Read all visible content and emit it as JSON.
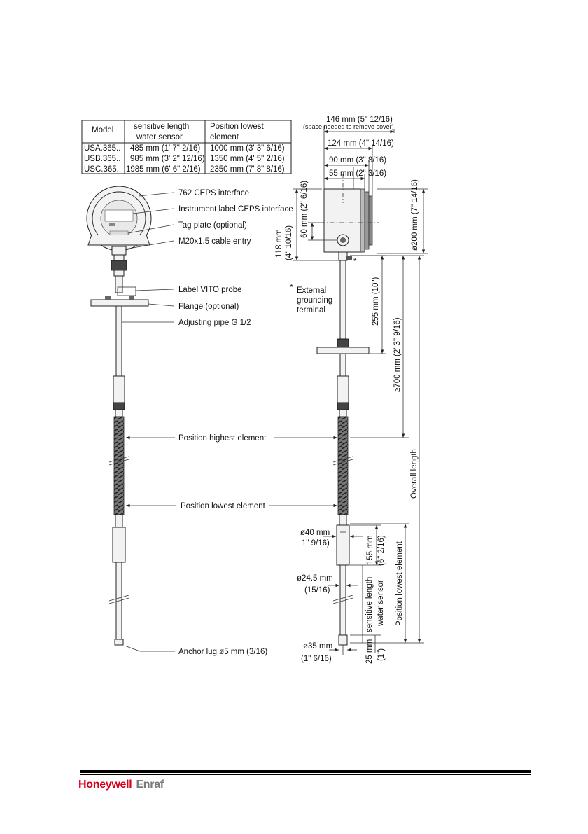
{
  "table": {
    "headers": [
      "Model",
      "sensitive length",
      "water sensor",
      "Position lowest",
      "element"
    ],
    "rows": [
      {
        "model": "USA.365..",
        "sensitive": "485 mm (1' 7\" 2/16)",
        "position": "1000 mm (3' 3\" 6/16)"
      },
      {
        "model": "USB.365..",
        "sensitive": "985 mm (3' 2\" 12/16)",
        "position": "1350 mm (4' 5\" 2/16)"
      },
      {
        "model": "USC.365..",
        "sensitive": "1985 mm (6' 6\" 2/16)",
        "position": "2350 mm (7' 8\" 8/16)"
      }
    ]
  },
  "callouts": {
    "ceps": "762 CEPS interface",
    "label_ceps": "Instrument label CEPS interface",
    "tag": "Tag plate (optional)",
    "cable": "M20x1.5 cable entry",
    "vito": "Label VITO probe",
    "flange": "Flange (optional)",
    "pipe": "Adjusting pipe G 1/2",
    "highest": "Position highest element",
    "lowest": "Position lowest element",
    "anchor": "Anchor lug ø5 mm (3/16)",
    "ext_star": "*",
    "ext1": "External",
    "ext2": "grounding",
    "ext3": "terminal",
    "star_mark": "*"
  },
  "dims": {
    "d146": "146 mm (5\" 12/16)",
    "d146_note": "(space needed to remove cover)",
    "d124": "124 mm (4\" 14/16)",
    "d90": "90 mm (3\" 8/16)",
    "d55": "55 mm (2\" 3/16)",
    "d200": "ø200 mm (7\" 14/16)",
    "d60": "60 mm (2\" 6/16)",
    "d118a": "118 mm",
    "d118b": "(4\" 10/16)",
    "d255": "255 mm (10\")",
    "d700": "≥700 mm (2' 3\" 9/16)",
    "overall": "Overall length",
    "d40a": "ø40 mm",
    "d40b": "1\" 9/16)",
    "d155a": "155 mm",
    "d155b": "(6\" 2/16)",
    "d245a": "ø24.5 mm",
    "d245b": "(15/16)",
    "sens1": "sensitive length",
    "sens2": "water sensor",
    "poslow": "Position lowest element",
    "d35a": "ø35 mm",
    "d35b": "(1\" 6/16)",
    "d25a": "25 mm",
    "d25b": "(1\")"
  },
  "footer": {
    "brand": "Honeywell",
    "sub": "Enraf"
  },
  "colors": {
    "brand": "#d6001c",
    "sub": "#7a7a7a"
  }
}
